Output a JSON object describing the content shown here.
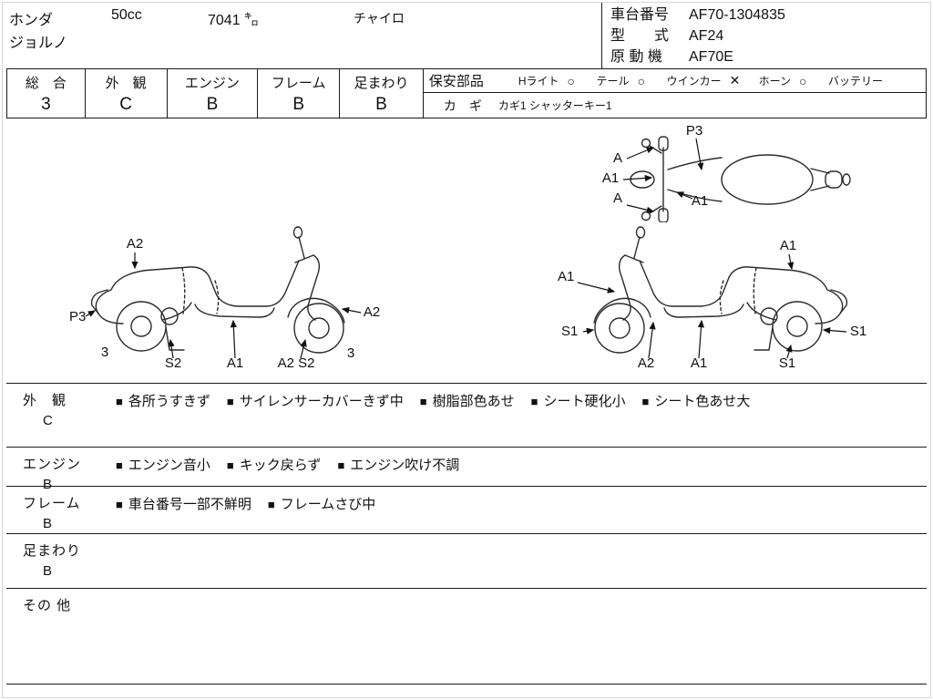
{
  "header": {
    "maker": "ホンダ",
    "model_name": "ジョルノ",
    "displacement": "50cc",
    "mileage": "7041 ㌔",
    "color": "チャイロ",
    "chassis_label": "車台番号",
    "chassis_value": "AF70-1304835",
    "model_code_label": "型　　式",
    "model_code_value": "AF24",
    "engine_label": "原 動 機",
    "engine_value": "AF70E"
  },
  "grades": [
    {
      "label": "総　合",
      "value": "3"
    },
    {
      "label": "外　観",
      "value": "C"
    },
    {
      "label": "エンジン",
      "value": "B"
    },
    {
      "label": "フレーム",
      "value": "B"
    },
    {
      "label": "足まわり",
      "value": "B"
    }
  ],
  "safety": {
    "title": "保安部品",
    "items": [
      {
        "name": "Hライト",
        "status": "○"
      },
      {
        "name": "テール",
        "status": "○"
      },
      {
        "name": "ウインカー",
        "status": "✕"
      },
      {
        "name": "ホーン",
        "status": "○"
      },
      {
        "name": "バッテリー",
        "status": ""
      }
    ],
    "key_label": "カ　ギ",
    "key_value": "カギ1 シャッターキー1"
  },
  "diagrams": {
    "top_view": {
      "p3": "P3",
      "a_top": "A",
      "a1_mid": "A1",
      "a_bottom": "A",
      "a1_body": "A1"
    },
    "left_view": {
      "a2_top": "A2",
      "p3": "P3",
      "grade_rear_tire": "3",
      "s2": "S2",
      "a1": "A1",
      "a2_s2": "A2 S2",
      "a2_front": "A2",
      "grade_front_tire": "3"
    },
    "right_view": {
      "a1_front": "A1",
      "a1_rear": "A1",
      "s1_front": "S1",
      "s1_rear": "S1",
      "a2_bottom": "A2",
      "a1_bottom": "A1",
      "s1_bottom": "S1"
    }
  },
  "notes": {
    "rows": [
      {
        "label": "外　観",
        "grade": "C",
        "items": [
          "各所うすきず",
          "サイレンサーカバーきず中",
          "樹脂部色あせ",
          "シート硬化小",
          "シート色あせ大"
        ]
      },
      {
        "label": "エンジン",
        "grade": "B",
        "items": [
          "エンジン音小",
          "キック戻らず",
          "エンジン吹け不調"
        ]
      },
      {
        "label": "フレーム",
        "grade": "B",
        "items": [
          "車台番号一部不鮮明",
          "フレームさび中"
        ]
      },
      {
        "label": "足まわり",
        "grade": "B",
        "items": []
      },
      {
        "label": "その 他",
        "grade": "",
        "items": []
      }
    ]
  }
}
